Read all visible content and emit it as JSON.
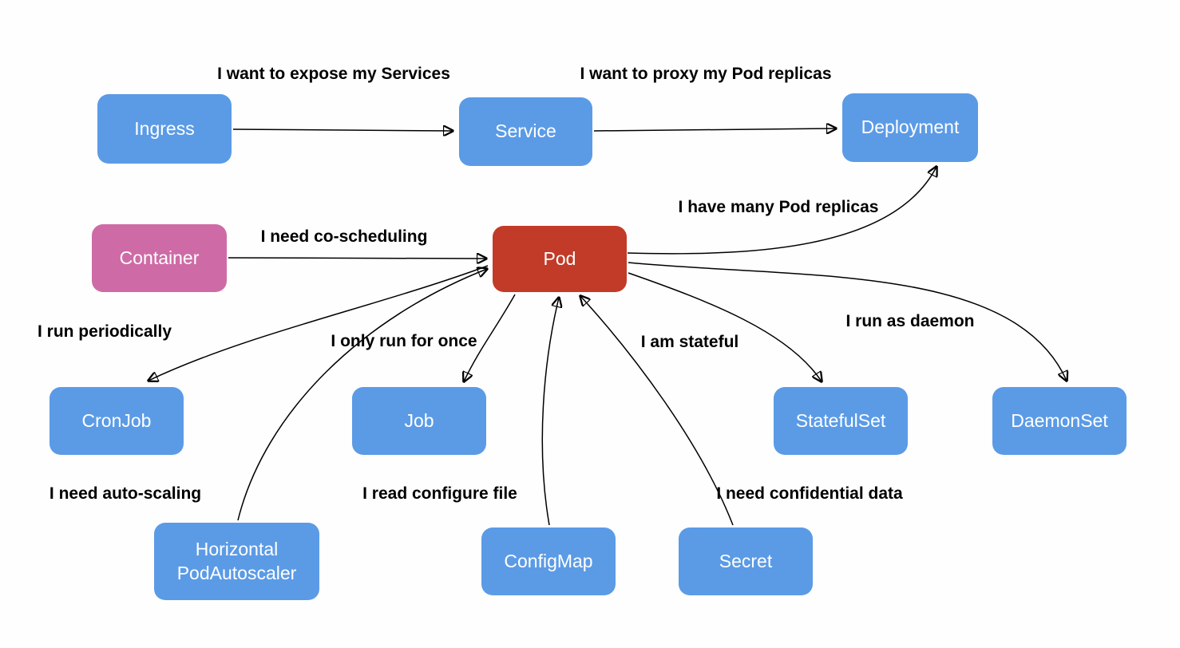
{
  "colors": {
    "node_blue": "#5B9BE6",
    "node_pink": "#CE6BA6",
    "node_red": "#C23B28",
    "arrow": "#000000",
    "node_text": "#FFFFFF",
    "label_text": "#000000",
    "background": "#FEFEFE"
  },
  "nodes": [
    {
      "id": "ingress",
      "label": "Ingress"
    },
    {
      "id": "service",
      "label": "Service"
    },
    {
      "id": "deployment",
      "label": "Deployment"
    },
    {
      "id": "container",
      "label": "Container"
    },
    {
      "id": "pod",
      "label": "Pod"
    },
    {
      "id": "cronjob",
      "label": "CronJob"
    },
    {
      "id": "job",
      "label": "Job"
    },
    {
      "id": "statefulset",
      "label": "StatefulSet"
    },
    {
      "id": "daemonset",
      "label": "DaemonSet"
    },
    {
      "id": "hpa",
      "label": "Horizontal PodAutoscaler",
      "line1": "Horizontal",
      "line2": "PodAutoscaler"
    },
    {
      "id": "configmap",
      "label": "ConfigMap"
    },
    {
      "id": "secret",
      "label": "Secret"
    }
  ],
  "edge_labels": [
    {
      "id": "expose-services",
      "text": "I want to expose my Services"
    },
    {
      "id": "proxy-replicas",
      "text": "I want to proxy my Pod replicas"
    },
    {
      "id": "co-scheduling",
      "text": "I need co-scheduling"
    },
    {
      "id": "many-replicas",
      "text": "I have many Pod replicas"
    },
    {
      "id": "run-periodically",
      "text": "I run periodically"
    },
    {
      "id": "run-once",
      "text": "I only run for once"
    },
    {
      "id": "stateful",
      "text": "I am stateful"
    },
    {
      "id": "run-as-daemon",
      "text": "I run as daemon"
    },
    {
      "id": "auto-scaling",
      "text": "I need auto-scaling"
    },
    {
      "id": "read-config",
      "text": "I read configure file"
    },
    {
      "id": "confidential-data",
      "text": "I need confidential data"
    }
  ],
  "edges": [
    {
      "from": "Ingress",
      "to": "Service"
    },
    {
      "from": "Service",
      "to": "Deployment"
    },
    {
      "from": "Container",
      "to": "Pod"
    },
    {
      "from": "Pod",
      "to": "Deployment"
    },
    {
      "from": "Pod",
      "to": "CronJob"
    },
    {
      "from": "Pod",
      "to": "Job"
    },
    {
      "from": "Pod",
      "to": "StatefulSet"
    },
    {
      "from": "Pod",
      "to": "DaemonSet"
    },
    {
      "from": "HorizontalPodAutoscaler",
      "to": "Pod"
    },
    {
      "from": "ConfigMap",
      "to": "Pod"
    },
    {
      "from": "Secret",
      "to": "Pod"
    }
  ]
}
